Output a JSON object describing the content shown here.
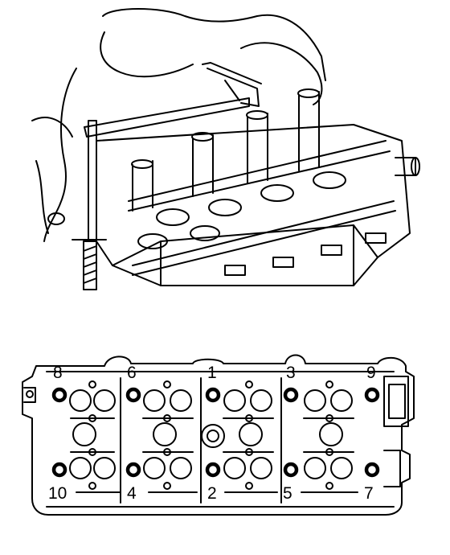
{
  "colors": {
    "line": "#000000",
    "background": "#ffffff"
  },
  "tightening_sequence": [
    {
      "label": "8",
      "row": "top"
    },
    {
      "label": "6",
      "row": "top"
    },
    {
      "label": "1",
      "row": "top"
    },
    {
      "label": "3",
      "row": "top"
    },
    {
      "label": "9",
      "row": "top"
    },
    {
      "label": "10",
      "row": "bottom"
    },
    {
      "label": "4",
      "row": "bottom"
    },
    {
      "label": "2",
      "row": "bottom"
    },
    {
      "label": "5",
      "row": "bottom"
    },
    {
      "label": "7",
      "row": "bottom"
    }
  ],
  "icons": [
    "torque-wrench-icon",
    "cylinder-head-icon",
    "head-bolt-icon"
  ]
}
